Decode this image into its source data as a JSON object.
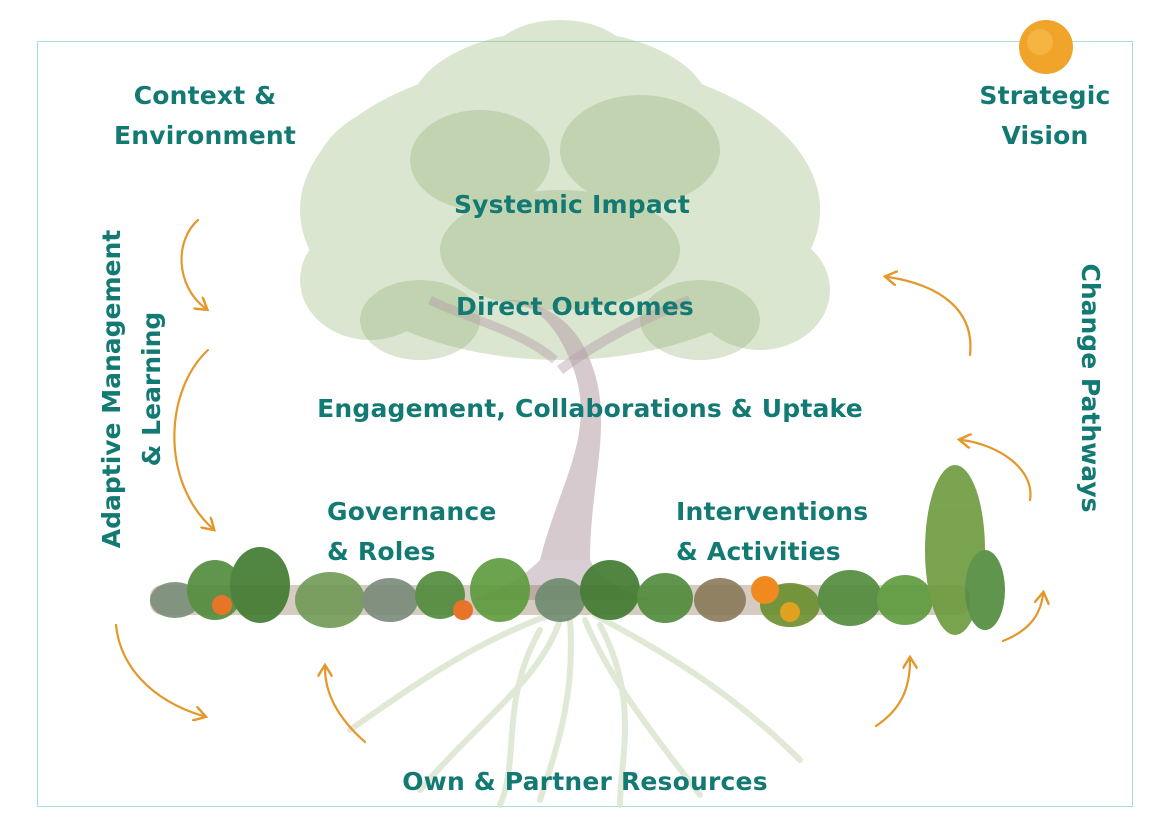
{
  "colors": {
    "label": "#137a73",
    "arrow": "#e4972a",
    "frame": "#a9dcd6",
    "foliage": "#9aba7c",
    "trunk": "#b49ea8",
    "sun": "#f0a42a"
  },
  "labels": {
    "context_line1": "Context &",
    "context_line2": "Environment",
    "vision_line1": "Strategic",
    "vision_line2": "Vision",
    "systemic_impact": "Systemic Impact",
    "direct_outcomes": "Direct Outcomes",
    "engagement": "Engagement, Collaborations & Uptake",
    "governance_line1": "Governance",
    "governance_line2": "& Roles",
    "interventions_line1": "Interventions",
    "interventions_line2": "& Activities",
    "resources": "Own & Partner Resources",
    "adaptive_line1": "Adaptive Management",
    "adaptive_line2": "& Learning",
    "change_pathways": "Change Pathways"
  },
  "icons": [
    "tree-illustration",
    "sun-icon",
    "plants-strip",
    "roots-illustration"
  ]
}
